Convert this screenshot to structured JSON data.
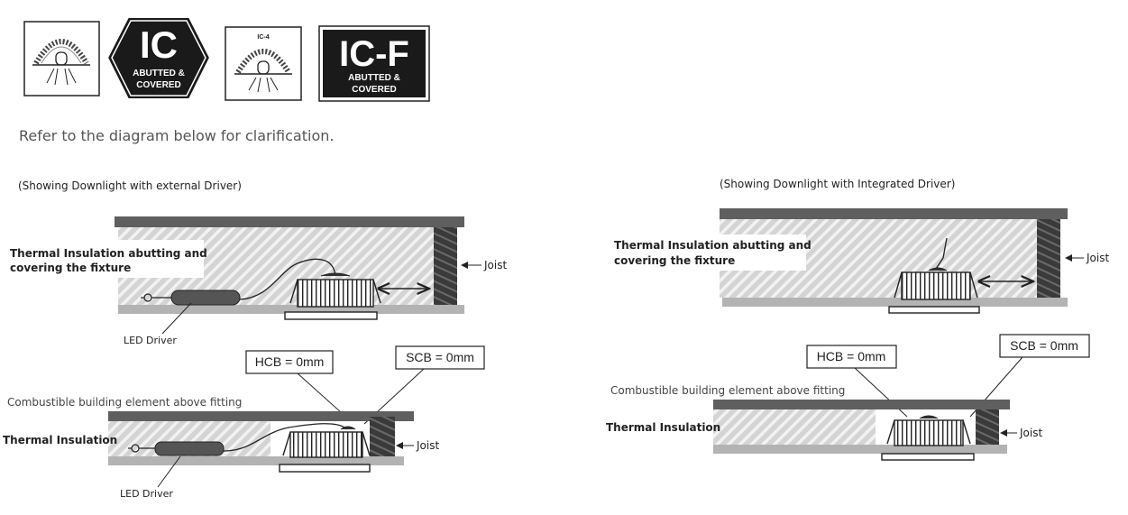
{
  "badges": {
    "ic_square_caption": "",
    "ic_hex_big": "IC",
    "ic_hex_sub1": "ABUTTED &",
    "ic_hex_sub2": "COVERED",
    "ic4_caption": "IC-4",
    "icf_big": "IC-F",
    "icf_sub1": "ABUTTED &",
    "icf_sub2": "COVERED"
  },
  "intro_text": "Refer to the diagram below for clarification.",
  "left_panel": {
    "caption": "(Showing Downlight with external Driver)",
    "top": {
      "insulation_label_line1": "Thermal Insulation abutting and",
      "insulation_label_line2": "covering the fixture",
      "joist_label": "Joist",
      "driver_label": "LED Driver"
    },
    "bottom": {
      "hcb_label": "HCB = 0mm",
      "scb_label": "SCB = 0mm",
      "combustible_label": "Combustible building element above fitting",
      "insulation_label": "Thermal Insulation",
      "joist_label": "Joist",
      "driver_label": "LED Driver"
    }
  },
  "right_panel": {
    "caption": "(Showing Downlight with Integrated Driver)",
    "top": {
      "insulation_label_line1": "Thermal Insulation abutting and",
      "insulation_label_line2": "covering the fixture",
      "joist_label": "Joist"
    },
    "bottom": {
      "hcb_label": "HCB = 0mm",
      "scb_label": "SCB = 0mm",
      "combustible_label": "Combustible building element above fitting",
      "insulation_label": "Thermal Insulation",
      "joist_label": "Joist"
    }
  },
  "colors": {
    "ceiling_dark": "#5f5f5f",
    "board_gray": "#b3b3b3",
    "insulation_bg": "#d4d4d4",
    "insulation_stripe": "#f2f2f2",
    "joist": "#3a3a3a",
    "badge_black": "#1a1a1a"
  }
}
